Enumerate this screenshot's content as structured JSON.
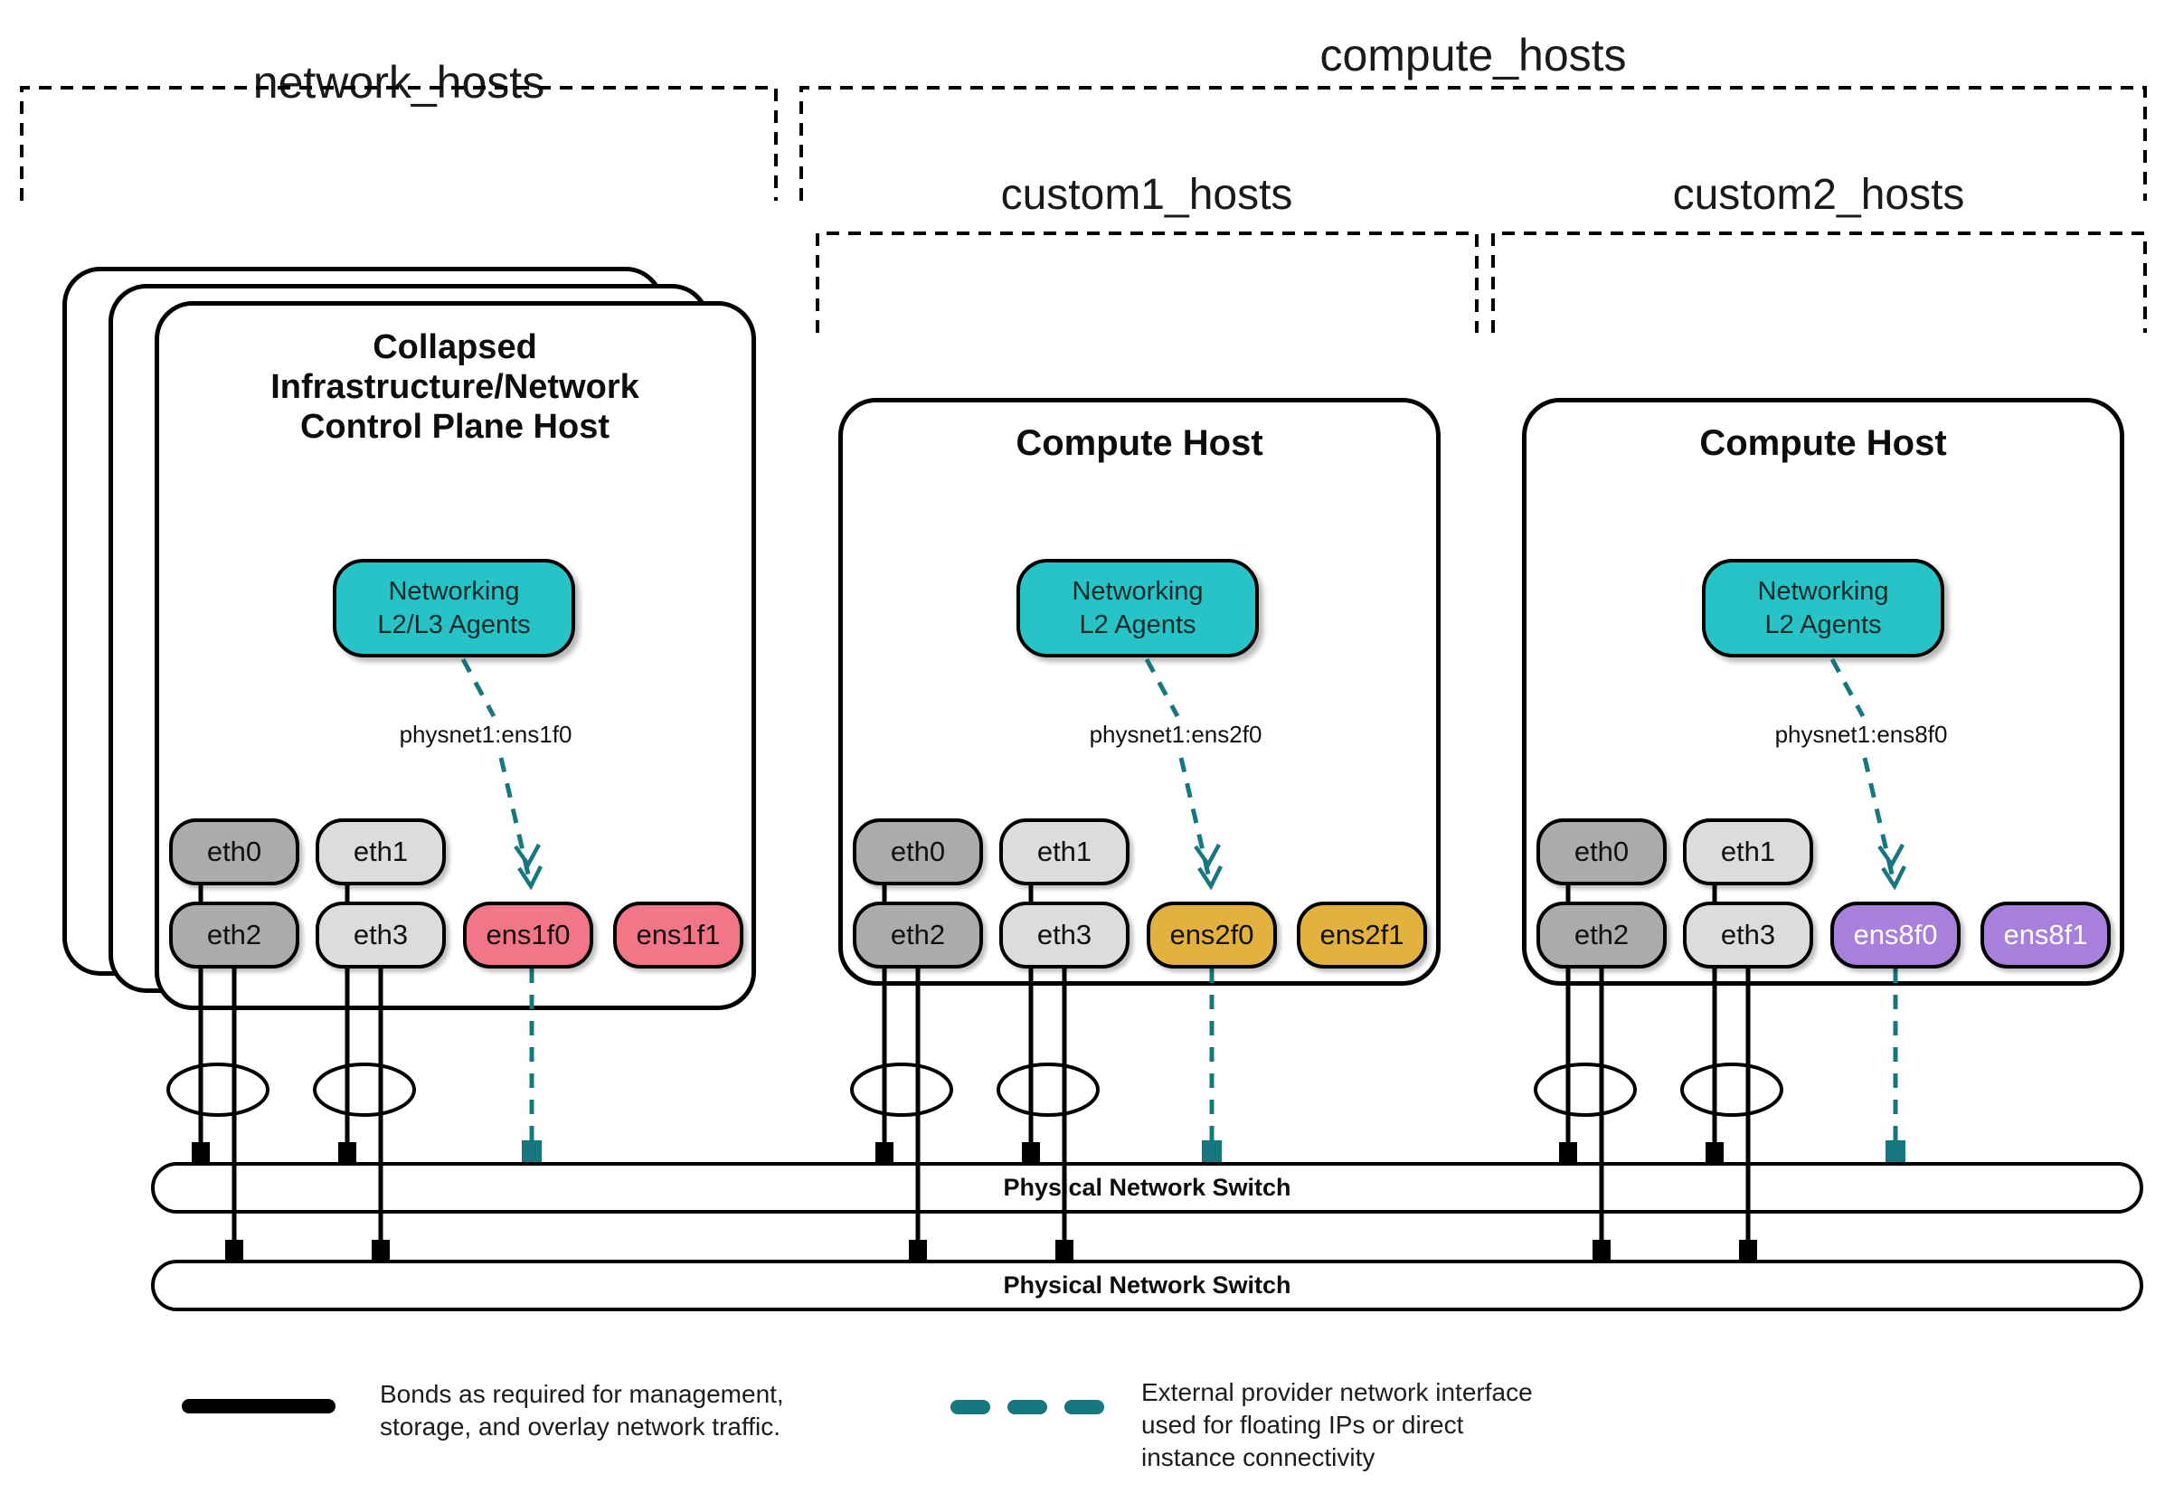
{
  "groups": {
    "network": "network_hosts",
    "compute": "compute_hosts",
    "custom1": "custom1_hosts",
    "custom2": "custom2_hosts"
  },
  "hosts": [
    {
      "id": "infra",
      "title_lines": [
        "Collapsed",
        "Infrastructure/Network",
        "Control Plane Host"
      ],
      "agent_lines": [
        "Networking",
        "L2/L3 Agents"
      ],
      "physnet_label": "physnet1:ens1f0",
      "nics": [
        {
          "label": "eth0",
          "style": "gray_dark"
        },
        {
          "label": "eth1",
          "style": "gray_light"
        },
        {
          "label": "eth2",
          "style": "gray_dark"
        },
        {
          "label": "eth3",
          "style": "gray_light"
        },
        {
          "label": "ens1f0",
          "style": "pink"
        },
        {
          "label": "ens1f1",
          "style": "pink"
        }
      ]
    },
    {
      "id": "compute1",
      "title_lines": [
        "Compute Host"
      ],
      "agent_lines": [
        "Networking",
        "L2 Agents"
      ],
      "physnet_label": "physnet1:ens2f0",
      "nics": [
        {
          "label": "eth0",
          "style": "gray_dark"
        },
        {
          "label": "eth1",
          "style": "gray_light"
        },
        {
          "label": "eth2",
          "style": "gray_dark"
        },
        {
          "label": "eth3",
          "style": "gray_light"
        },
        {
          "label": "ens2f0",
          "style": "gold"
        },
        {
          "label": "ens2f1",
          "style": "gold"
        }
      ]
    },
    {
      "id": "compute2",
      "title_lines": [
        "Compute Host"
      ],
      "agent_lines": [
        "Networking",
        "L2 Agents"
      ],
      "physnet_label": "physnet1:ens8f0",
      "nics": [
        {
          "label": "eth0",
          "style": "gray_dark"
        },
        {
          "label": "eth1",
          "style": "gray_light"
        },
        {
          "label": "eth2",
          "style": "gray_dark"
        },
        {
          "label": "eth3",
          "style": "gray_light"
        },
        {
          "label": "ens8f0",
          "style": "purple"
        },
        {
          "label": "ens8f1",
          "style": "purple"
        }
      ]
    }
  ],
  "switch_labels": [
    "Physical Network Switch",
    "Physical Network Switch"
  ],
  "legend": [
    {
      "symbol": "solid-line",
      "lines": [
        "Bonds as required for management,",
        "storage, and overlay network traffic."
      ]
    },
    {
      "symbol": "teal-dashed-line",
      "lines": [
        "External provider network interface",
        "used for floating IPs or direct",
        "instance connectivity"
      ]
    }
  ],
  "colors": {
    "teal": "#28c3c6",
    "teal_dark": "#17777e",
    "pink": "#f27688",
    "gold": "#e2b13e",
    "purple": "#a87fdc",
    "gray_dark": "#ababab",
    "gray_light": "#dcdcdc",
    "line_black": "#000000"
  }
}
